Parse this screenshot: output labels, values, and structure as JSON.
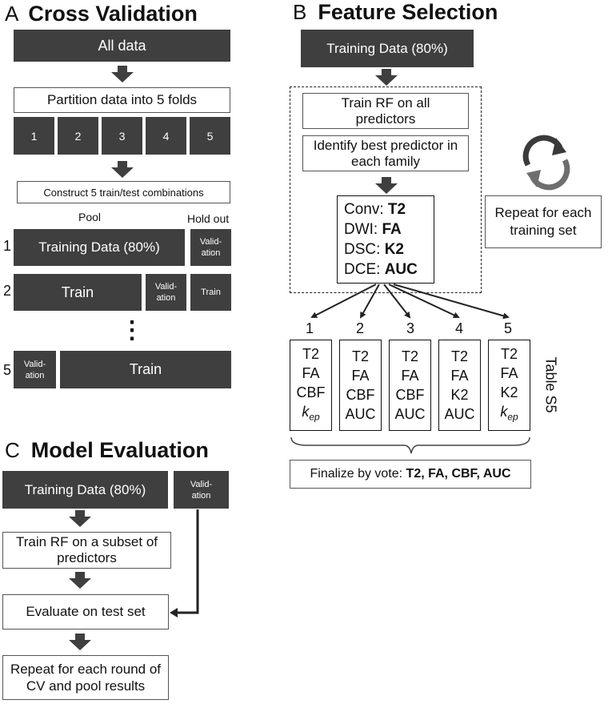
{
  "panel_a": {
    "letter": "A",
    "title": "Cross Validation",
    "all_data": "All data",
    "partition": "Partition data into 5 folds",
    "folds": [
      "1",
      "2",
      "3",
      "4",
      "5"
    ],
    "construct": "Construct 5 train/test combinations",
    "pool_label": "Pool",
    "hold_out_label": "Hold out",
    "rows": [
      {
        "num": "1",
        "main": "Training Data (80%)",
        "validation": "Valid-ation"
      },
      {
        "num": "2",
        "main": "Train",
        "validation": "Valid-ation",
        "extra": "Train"
      },
      {
        "num": "5",
        "validation": "Valid-ation",
        "main": "Train"
      }
    ],
    "ellipsis": "⋮"
  },
  "panel_b": {
    "letter": "B",
    "title": "Feature Selection",
    "training_data": "Training Data (80%)",
    "train_rf": "Train RF on all predictors",
    "identify": "Identify best predictor in each family",
    "families": [
      {
        "name": "Conv: ",
        "best": "T2"
      },
      {
        "name": "DWI: ",
        "best": "FA"
      },
      {
        "name": "DSC: ",
        "best": "K2"
      },
      {
        "name": "DCE: ",
        "best": "AUC"
      }
    ],
    "repeat": "Repeat for each training set",
    "sets": [
      {
        "num": "1",
        "features": [
          "T2",
          "FA",
          "CBF",
          "k"
        ]
      },
      {
        "num": "2",
        "features": [
          "T2",
          "FA",
          "CBF",
          "AUC"
        ]
      },
      {
        "num": "3",
        "features": [
          "T2",
          "FA",
          "CBF",
          "AUC"
        ]
      },
      {
        "num": "4",
        "features": [
          "T2",
          "FA",
          "K2",
          "AUC"
        ]
      },
      {
        "num": "5",
        "features": [
          "T2",
          "FA",
          "K2",
          "k"
        ]
      }
    ],
    "kep_sub": "ep",
    "table_label": "Table S5",
    "finalize_prefix": "Finalize by vote: ",
    "finalize_bold": "T2, FA, CBF, AUC"
  },
  "panel_c": {
    "letter": "C",
    "title": "Model Evaluation",
    "training_data": "Training Data (80%)",
    "validation": "Valid-ation",
    "train_subset": "Train RF on a subset of predictors",
    "evaluate": "Evaluate on test set",
    "repeat": "Repeat for each round of CV and pool results"
  },
  "colors": {
    "box_dark": "#3f3f3f",
    "border": "#555555",
    "icon_dark": "#3a3a3a",
    "icon_gray": "#6e6e6e"
  }
}
